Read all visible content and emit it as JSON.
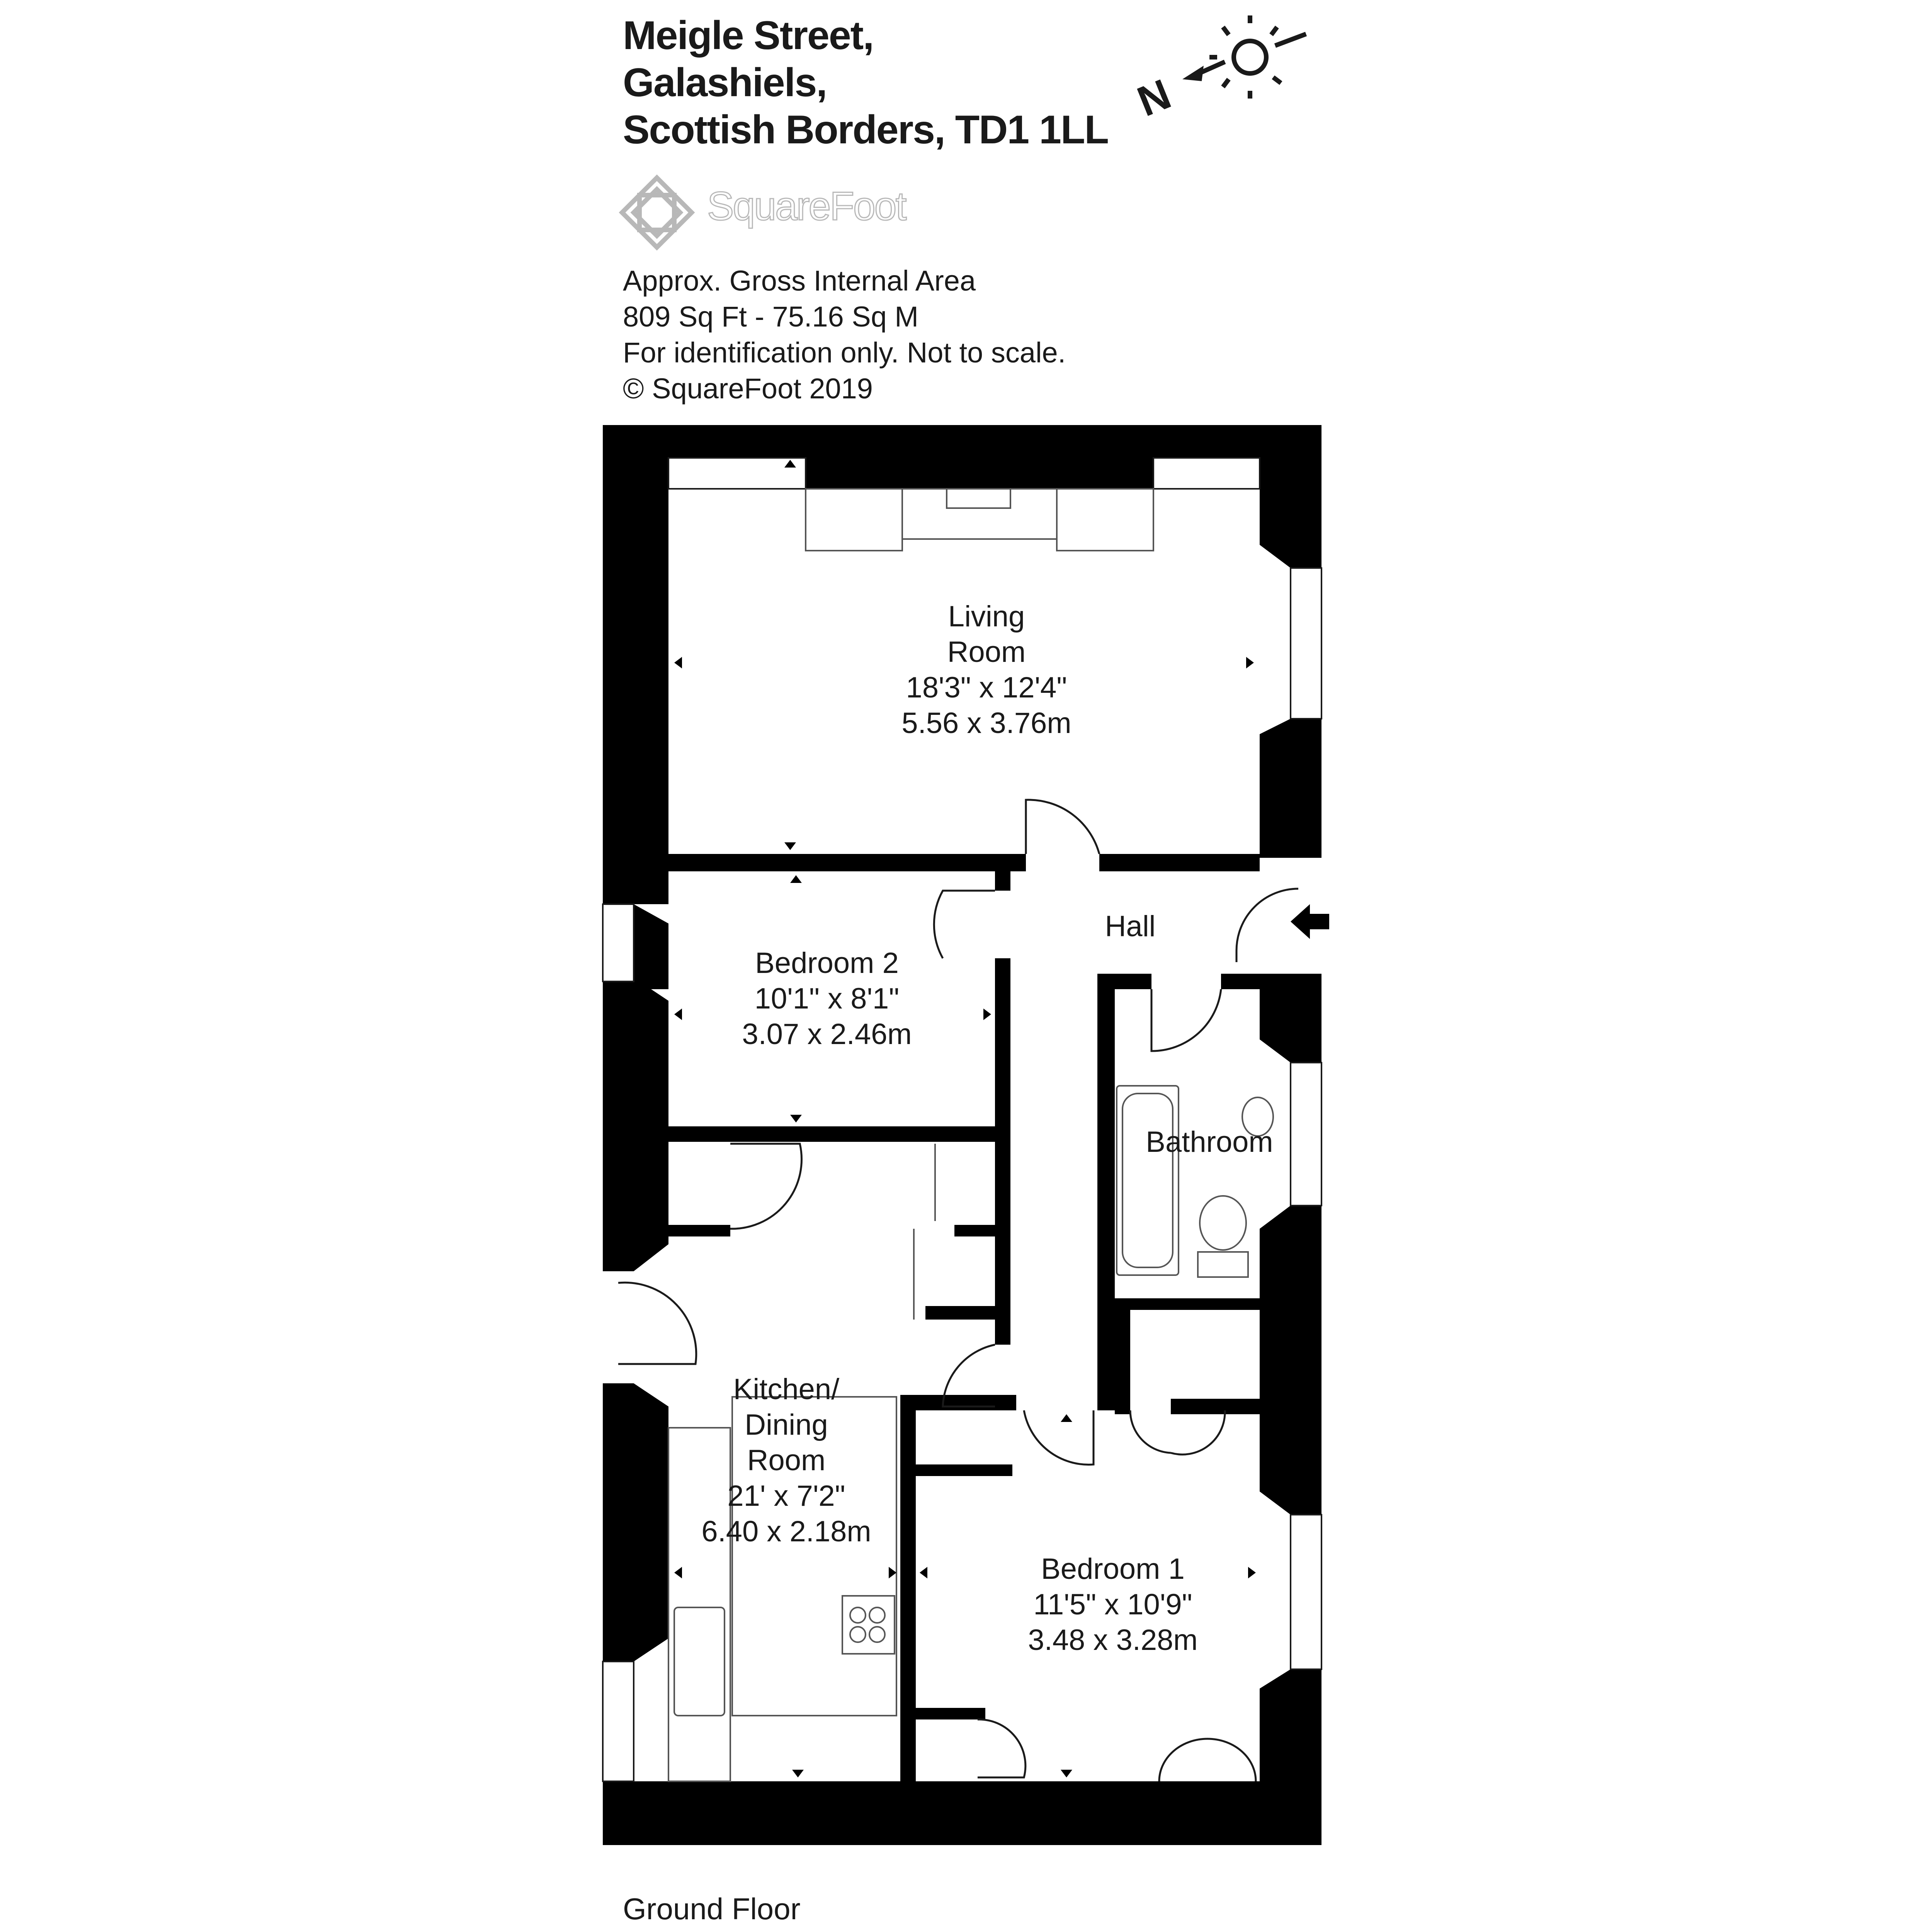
{
  "address": {
    "line1": "Meigle Street,",
    "line2": "Galashiels,",
    "line3": "Scottish Borders, TD1 1LL"
  },
  "brand": {
    "name": "SquareFoot"
  },
  "area_info": {
    "line1": "Approx. Gross Internal Area",
    "line2": "809 Sq Ft  -  75.16 Sq M",
    "line3": "For identification only. Not to scale.",
    "line4": "© SquareFoot 2019"
  },
  "compass": {
    "label": "N"
  },
  "rooms": {
    "living": {
      "name1": "Living",
      "name2": "Room",
      "imperial": "18'3\" x 12'4\"",
      "metric": "5.56 x 3.76m"
    },
    "bedroom2": {
      "name": "Bedroom 2",
      "imperial": "10'1\" x 8'1\"",
      "metric": "3.07 x 2.46m"
    },
    "hall": {
      "name": "Hall"
    },
    "bathroom": {
      "name": "Bathroom"
    },
    "kitchen": {
      "name1": "Kitchen/",
      "name2": "Dining",
      "name3": "Room",
      "imperial": "21' x 7'2\"",
      "metric": "6.40 x 2.18m"
    },
    "bedroom1": {
      "name": "Bedroom 1",
      "imperial": "11'5\" x 10'9\"",
      "metric": "3.48 x 3.28m"
    }
  },
  "floor_label": "Ground Floor",
  "colors": {
    "wall": "#000000",
    "fixture_line": "#555555",
    "logo_grey": "#b8b8b8"
  }
}
